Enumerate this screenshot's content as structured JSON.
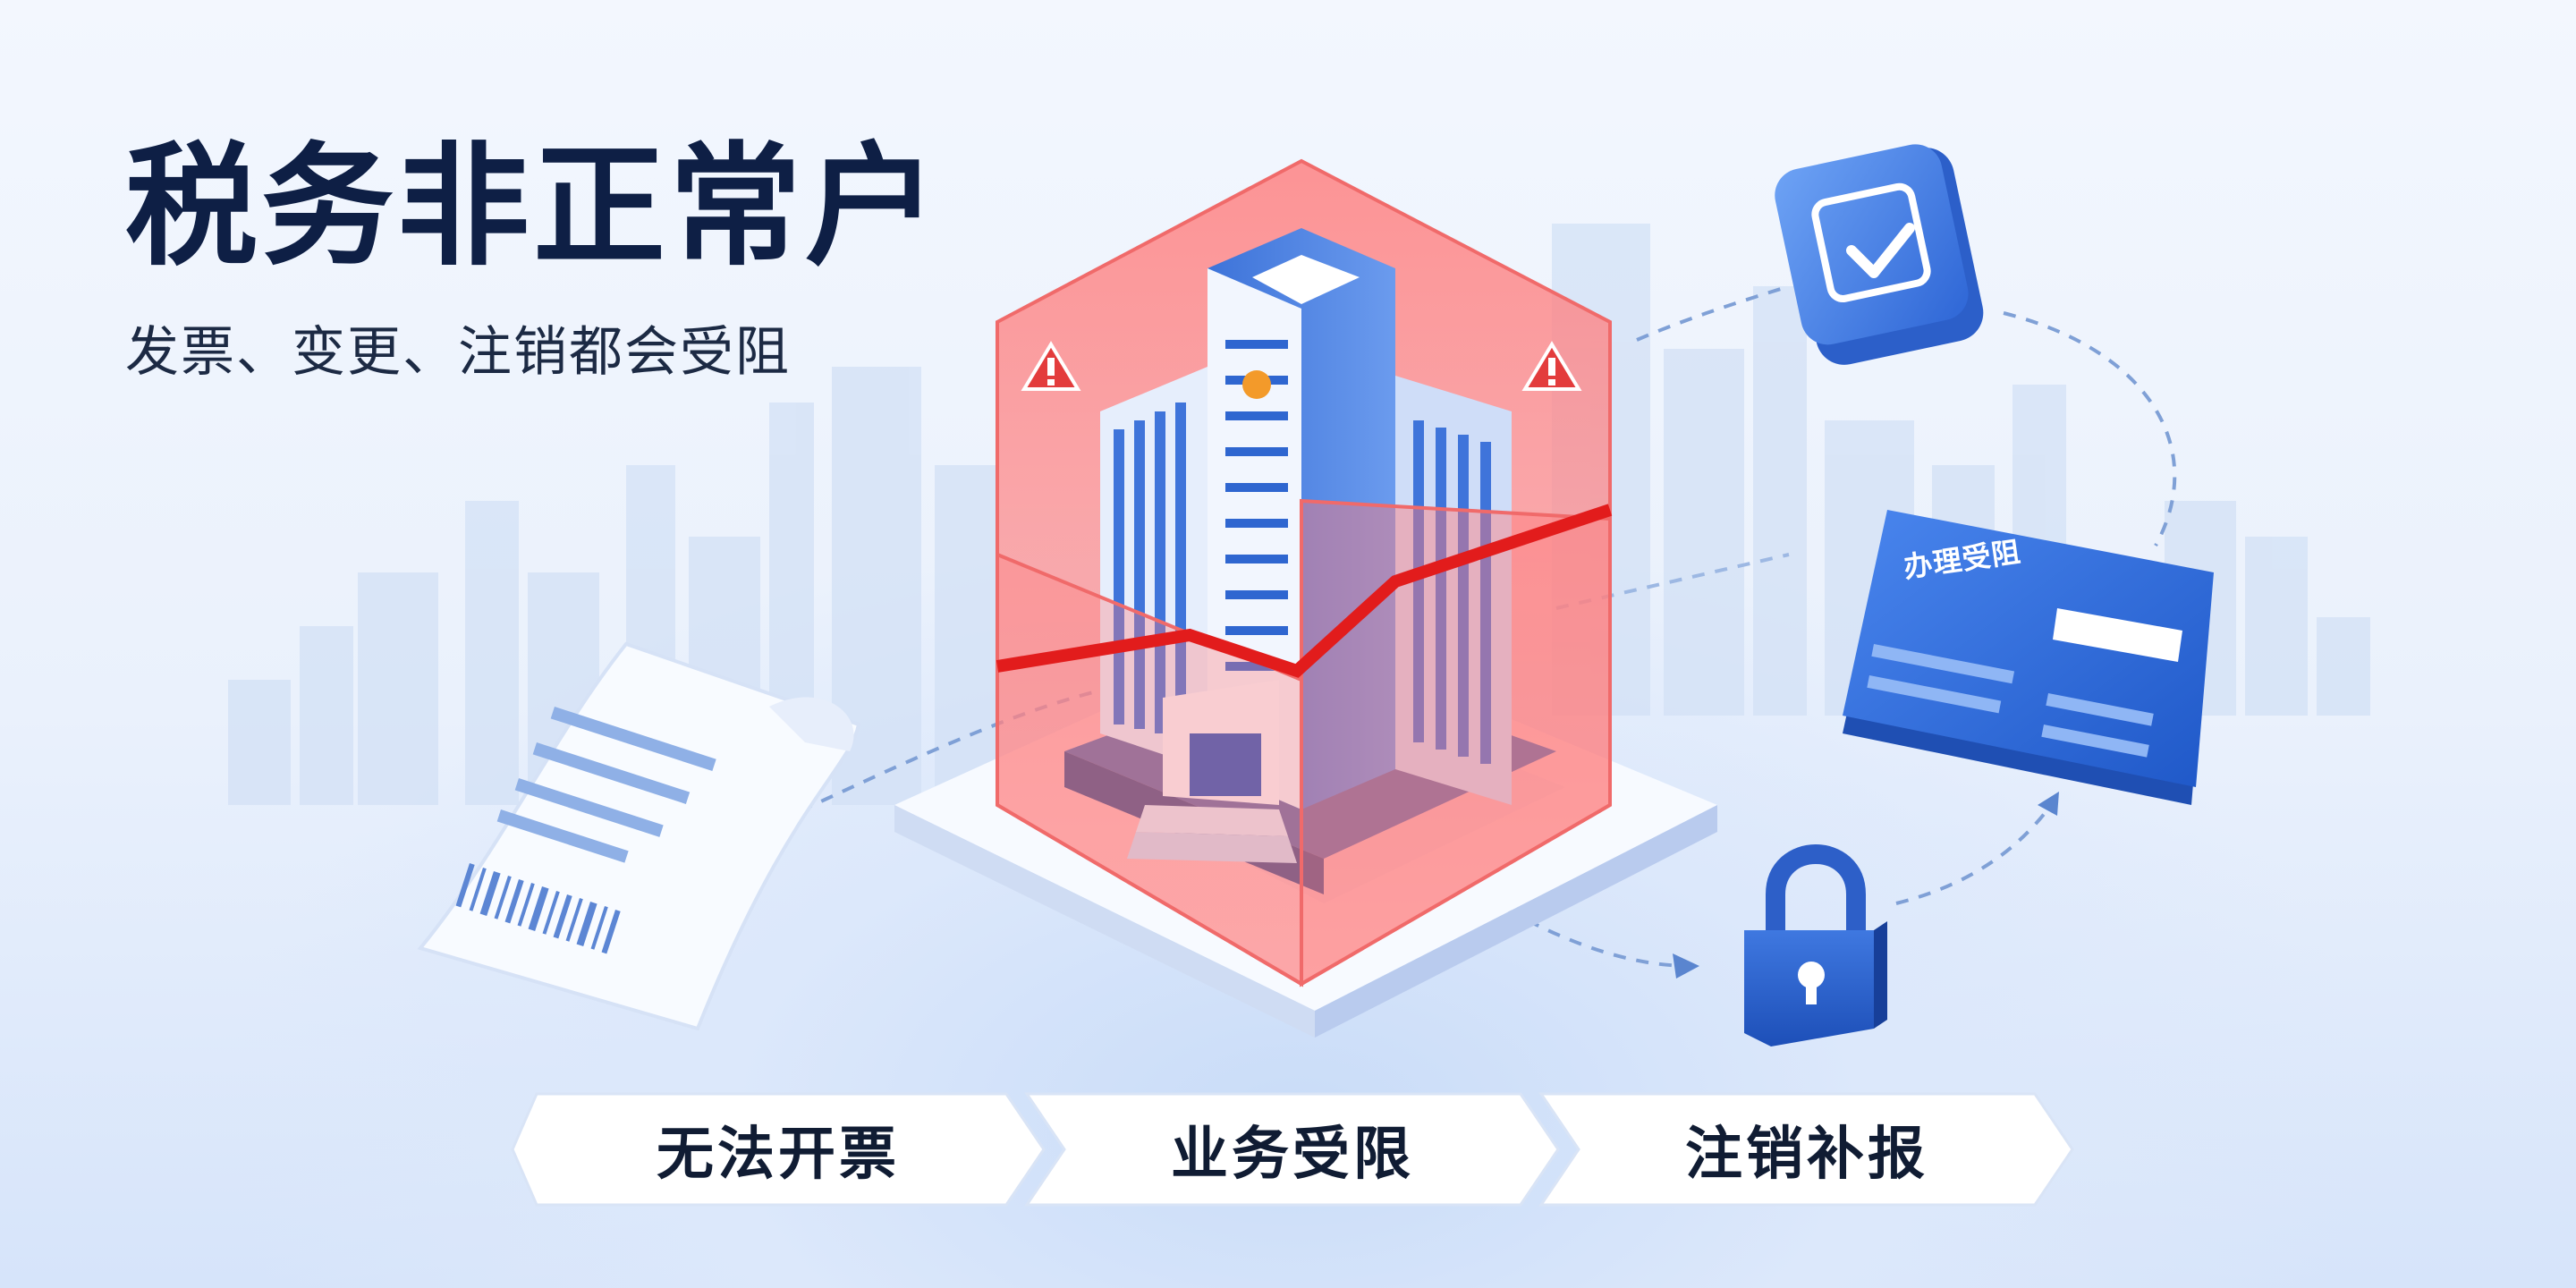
{
  "headline": "税务非正常户",
  "subline": "发票、变更、注销都会受阻",
  "card_label": "办理受阻",
  "steps": [
    {
      "label": "无法开票"
    },
    {
      "label": "业务受限"
    },
    {
      "label": "注销补报"
    }
  ],
  "icons": [
    "check-badge-icon",
    "warning-icon",
    "warning-icon",
    "lock-icon",
    "receipt-icon",
    "id-card-icon",
    "building-icon"
  ],
  "colors": {
    "accent_blue": "#2f6fe0",
    "alert_red": "#ef4e4e",
    "text_dark": "#0e1f45"
  }
}
